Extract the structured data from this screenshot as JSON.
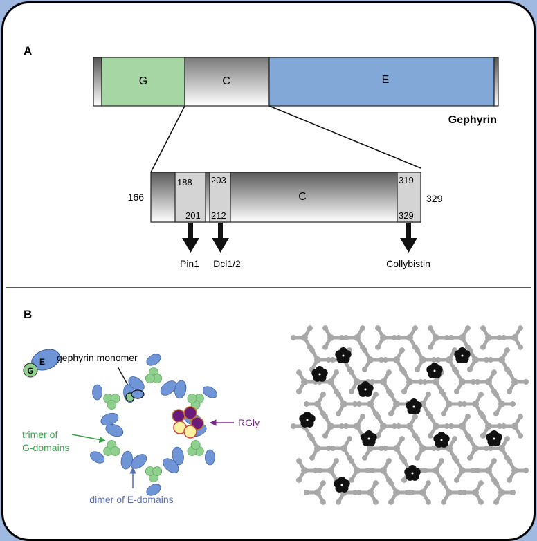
{
  "panel_a": {
    "label": "A",
    "protein_name": "Gephyrin",
    "domains": [
      {
        "label": "G",
        "color": "#a6d6a4"
      },
      {
        "label": "C",
        "color": "#9a9a9a"
      },
      {
        "label": "E",
        "color": "#82a8d8"
      }
    ],
    "detail": {
      "start": "166",
      "end": "329",
      "center_label": "C",
      "segments": [
        {
          "top": "188",
          "bottom": "201"
        },
        {
          "top": "203",
          "bottom": "212"
        },
        {
          "top": "319",
          "bottom": "329"
        }
      ]
    },
    "binding_partners": [
      "Pin1",
      "Dcl1/2",
      "Collybistin"
    ]
  },
  "panel_b": {
    "label": "B",
    "monomer_labels": {
      "g": "G",
      "e": "E"
    },
    "annotations": {
      "monomer": "gephyrin monomer",
      "receptor": "RGly",
      "trimer_line1": "trimer of",
      "trimer_line2": "G-domains",
      "dimer": "dimer of E-domains"
    },
    "colors": {
      "g_domain": "#8fd08f",
      "e_domain": "#6f95d6",
      "annotation_green": "#3aa54a",
      "annotation_blue": "#5a6fb8",
      "annotation_purple": "#7b2a8c",
      "receptor_purple": "#6a1a7a",
      "receptor_yellow": "#fff1a0",
      "lattice_gray": "#a8a8a8",
      "lattice_black": "#111111"
    }
  }
}
